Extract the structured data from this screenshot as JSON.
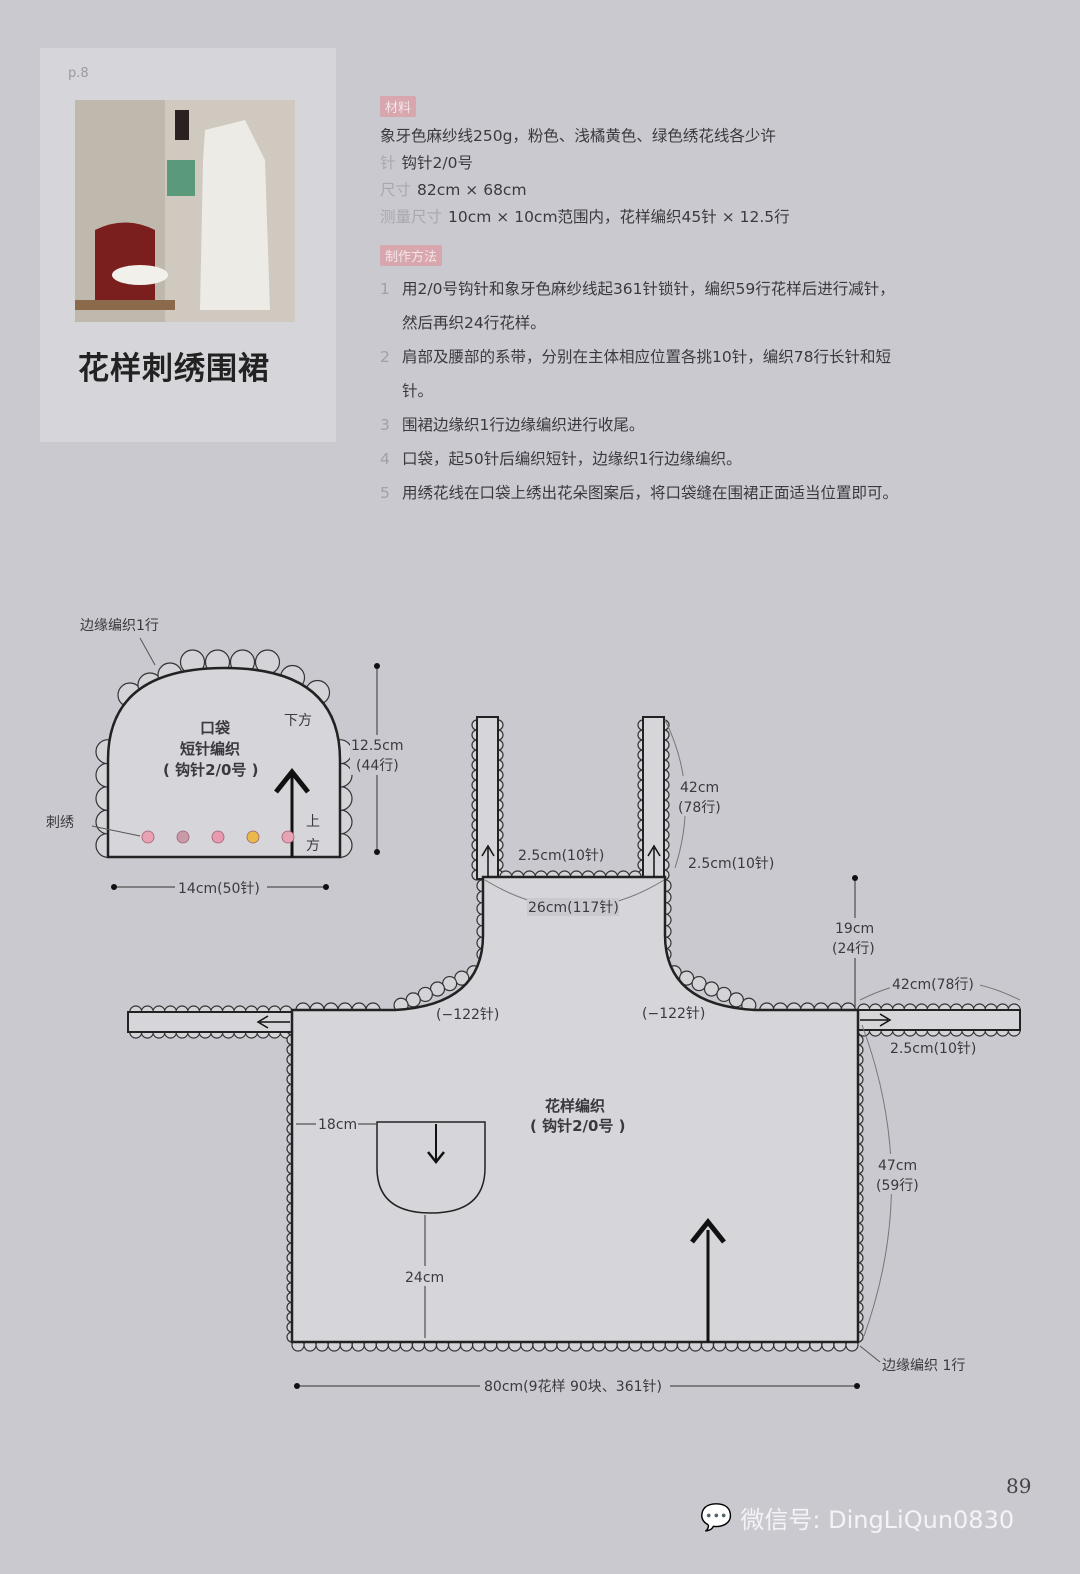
{
  "page_ref": "p.8",
  "title": "花样刺绣围裙",
  "materials": {
    "header": "材料",
    "yarn": "象牙色麻纱线250g，粉色、浅橘黄色、绿色绣花线各少许",
    "needle_label": "针",
    "needle": "钩针2/0号",
    "size_label": "尺寸",
    "size": "82cm × 68cm",
    "gauge_label": "测量尺寸",
    "gauge": "10cm × 10cm范围内，花样编织45针 × 12.5行"
  },
  "method": {
    "header": "制作方法",
    "steps": [
      {
        "num": "1",
        "text": "用2/0号钩针和象牙色麻纱线起361针锁针，编织59行花样后进行减针，然后再织24行花样。"
      },
      {
        "num": "2",
        "text": "肩部及腰部的系带，分别在主体相应位置各挑10针，编织78行长针和短针。"
      },
      {
        "num": "3",
        "text": "围裙边缘织1行边缘编织进行收尾。"
      },
      {
        "num": "4",
        "text": "口袋，起50针后编织短针，边缘织1行边缘编织。"
      },
      {
        "num": "5",
        "text": "用绣花线在口袋上绣出花朵图案后，将口袋缝在围裙正面适当位置即可。"
      }
    ]
  },
  "pocket_diagram": {
    "edge_label": "边缘编织1行",
    "name": "口袋",
    "stitch": "短针编织",
    "hook": "( 钩针2/0号 )",
    "bottom_label": "下方",
    "top_label_1": "上",
    "top_label_2": "方",
    "embroidery_label": "刺绣",
    "height": "12.5cm",
    "height_rows": "(44行)",
    "width": "14cm(50针)",
    "flower_colors": [
      "#e7a2b4",
      "#c99aa8",
      "#e79ab0",
      "#e9b94a",
      "#e7a2b4"
    ]
  },
  "apron_diagram": {
    "strap_width_left": "2.5cm(10针)",
    "strap_width_right": "2.5cm(10针)",
    "strap_length": "42cm",
    "strap_rows": "(78行)",
    "bib_width": "26cm(117针)",
    "bib_height": "19cm",
    "bib_rows": "(24行)",
    "decrease_left": "(−122针)",
    "decrease_right": "(−122针)",
    "tie_length": "42cm(78行)",
    "tie_width": "2.5cm(10针)",
    "body_name": "花样编织",
    "body_hook": "( 钩针2/0号 )",
    "pocket_offset": "18cm",
    "pocket_height_from_bottom": "24cm",
    "body_height": "47cm",
    "body_rows": "(59行)",
    "edge_label": "边缘编织 1行",
    "body_width": "80cm(9花样 90块、361针)"
  },
  "page_number": "89",
  "watermark": "微信号: DingLiQun0830"
}
